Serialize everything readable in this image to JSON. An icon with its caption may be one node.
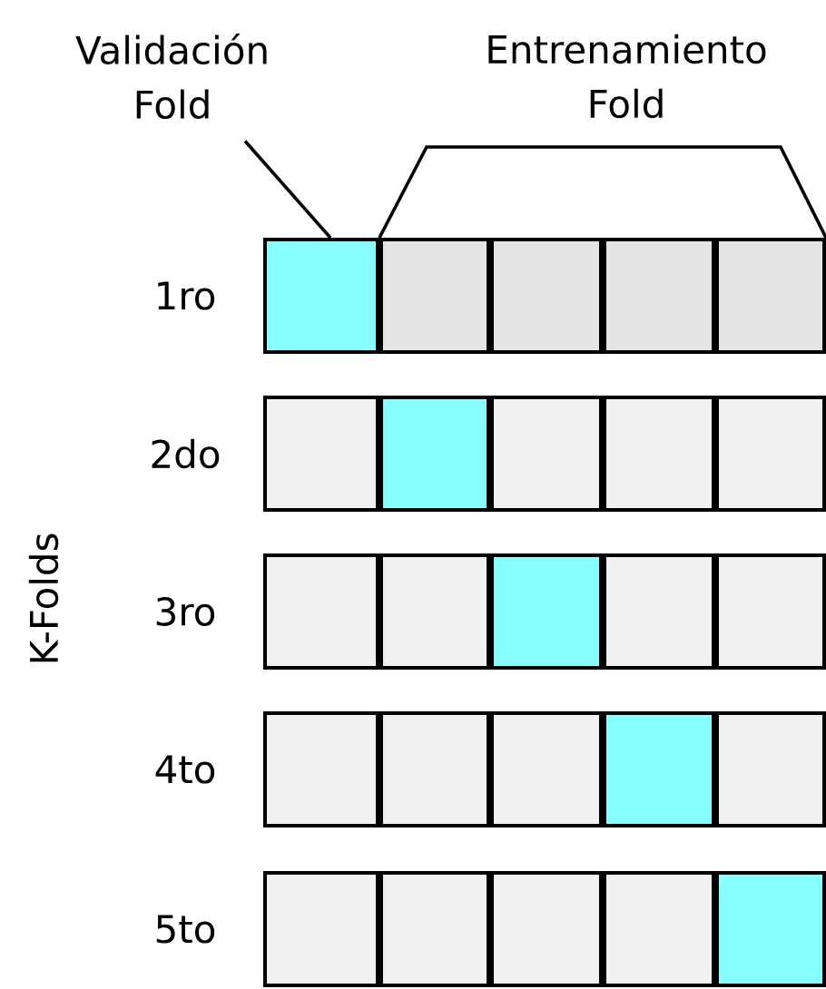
{
  "diagram": {
    "nodes": [
      {
        "text": [
          "Validación Fold"
        ]
      },
      {
        "text": [
          "Entrenamiento Fold"
        ]
      },
      {
        "text": [],
        "shape": "box"
      },
      {
        "text": [],
        "shape": "box"
      },
      {
        "text": [],
        "shape": "box"
      },
      {
        "text": [],
        "shape": "box"
      },
      {
        "text": [],
        "shape": "box"
      },
      {
        "text": [],
        "shape": "box"
      },
      {
        "text": [],
        "shape": "box"
      },
      {
        "text": [],
        "shape": "box"
      },
      {
        "text": [],
        "shape": "box"
      },
      {
        "text": [],
        "shape": "box"
      },
      {
        "text": [],
        "shape": "box"
      },
      {
        "text": [],
        "shape": "box"
      },
      {
        "text": [],
        "shape": "box"
      },
      {
        "text": [],
        "shape": "box"
      },
      {
        "text": [],
        "shape": "box"
      },
      {
        "text": [],
        "shape": "box"
      },
      {
        "text": [],
        "shape": "box"
      },
      {
        "text": [],
        "shape": "box"
      },
      {
        "text": [],
        "shape": "box"
      },
      {
        "text": [],
        "shape": "box"
      },
      {
        "text": [],
        "shape": "box"
      },
      {
        "text": [],
        "shape": "box"
      },
      {
        "text": [],
        "shape": "box"
      },
      {
        "text": [],
        "shape": "box"
      },
      {
        "text": [],
        "shape": "box"
      }
    ],
    "edges": [
      {
        "from": 0,
        "to": 2,
        "arrow": "none"
      }
    ],
    "labels": [
      "1ro",
      "2do",
      "3ro",
      "4to",
      "5to",
      "K-Folds"
    ]
  }
}
